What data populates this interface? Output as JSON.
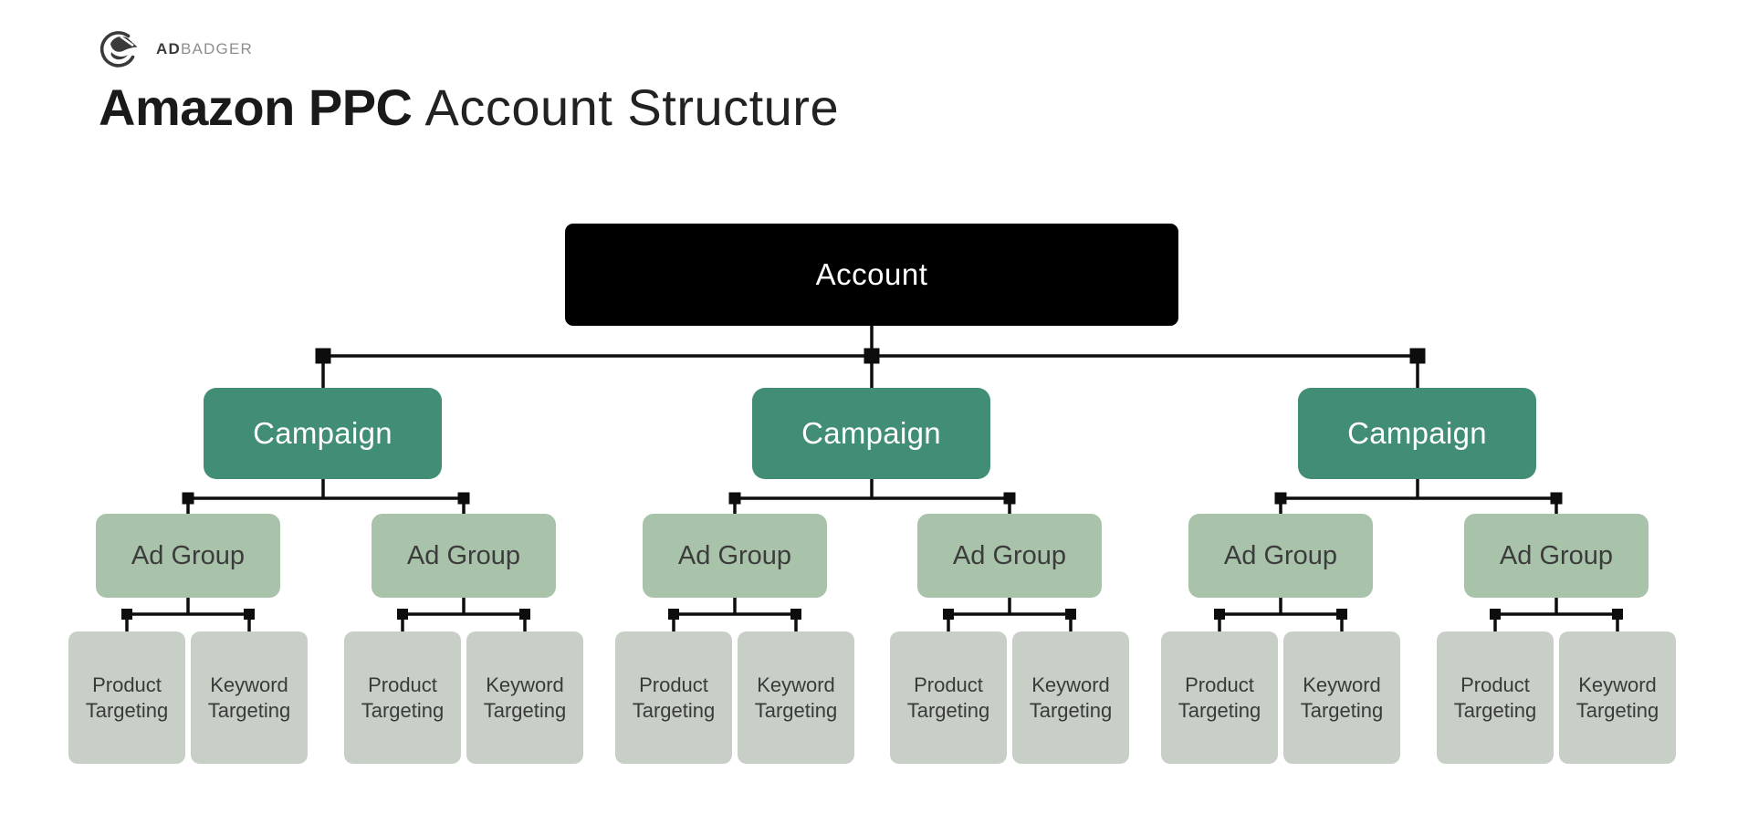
{
  "brand": {
    "icon": "badger-in-open-circle",
    "name_bold": "AD",
    "name_light": "BADGER"
  },
  "title": {
    "bold": "Amazon PPC",
    "light": "Account Structure"
  },
  "colors": {
    "background": "#FFFFFF",
    "account_fill": "#000000",
    "campaign_fill": "#418D75",
    "ad_group_fill": "#A8C3AA",
    "targeting_fill": "#C7CFC7",
    "connector": "#0D0D0D",
    "title_text": "#1A1A1A",
    "dark_box_text": "#FFFFFF",
    "light_box_text": "#3C3C3C"
  },
  "tree": {
    "account": {
      "label": "Account"
    },
    "campaigns": [
      {
        "label": "Campaign",
        "ad_groups": [
          {
            "label": "Ad Group",
            "targetings": [
              {
                "label": "Product Targeting"
              },
              {
                "label": "Keyword Targeting"
              }
            ]
          },
          {
            "label": "Ad Group",
            "targetings": [
              {
                "label": "Product Targeting"
              },
              {
                "label": "Keyword Targeting"
              }
            ]
          }
        ]
      },
      {
        "label": "Campaign",
        "ad_groups": [
          {
            "label": "Ad Group",
            "targetings": [
              {
                "label": "Product Targeting"
              },
              {
                "label": "Keyword Targeting"
              }
            ]
          },
          {
            "label": "Ad Group",
            "targetings": [
              {
                "label": "Product Targeting"
              },
              {
                "label": "Keyword Targeting"
              }
            ]
          }
        ]
      },
      {
        "label": "Campaign",
        "ad_groups": [
          {
            "label": "Ad Group",
            "targetings": [
              {
                "label": "Product Targeting"
              },
              {
                "label": "Keyword Targeting"
              }
            ]
          },
          {
            "label": "Ad Group",
            "targetings": [
              {
                "label": "Product Targeting"
              },
              {
                "label": "Keyword Targeting"
              }
            ]
          }
        ]
      }
    ]
  }
}
